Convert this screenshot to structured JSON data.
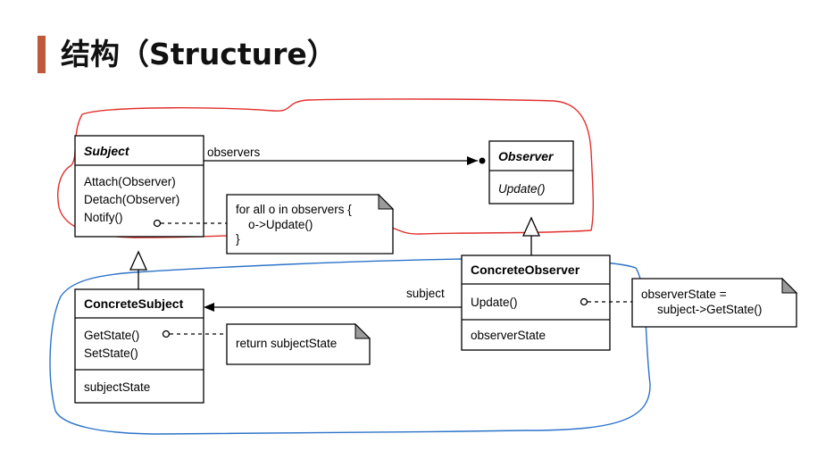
{
  "title": "结构（Structure）",
  "colors": {
    "accent": "#c0583a",
    "red_annotation": "#e0302c",
    "blue_annotation": "#2b73c8"
  },
  "subject": {
    "name": "Subject",
    "operations": [
      "Attach(Observer)",
      "Detach(Observer)",
      "Notify()"
    ]
  },
  "observer": {
    "name": "Observer",
    "operations": [
      "Update()"
    ]
  },
  "concrete_subject": {
    "name": "ConcreteSubject",
    "operations": [
      "GetState()",
      "SetState()"
    ],
    "attributes": [
      "subjectState"
    ]
  },
  "concrete_observer": {
    "name": "ConcreteObserver",
    "operations": [
      "Update()"
    ],
    "attributes": [
      "observerState"
    ]
  },
  "associations": {
    "observers_label": "observers",
    "subject_label": "subject"
  },
  "notes": {
    "notify": [
      "for all o in observers {",
      "o->Update()",
      "}"
    ],
    "getstate": [
      "return subjectState"
    ],
    "update": [
      "observerState =",
      "subject->GetState()"
    ]
  }
}
